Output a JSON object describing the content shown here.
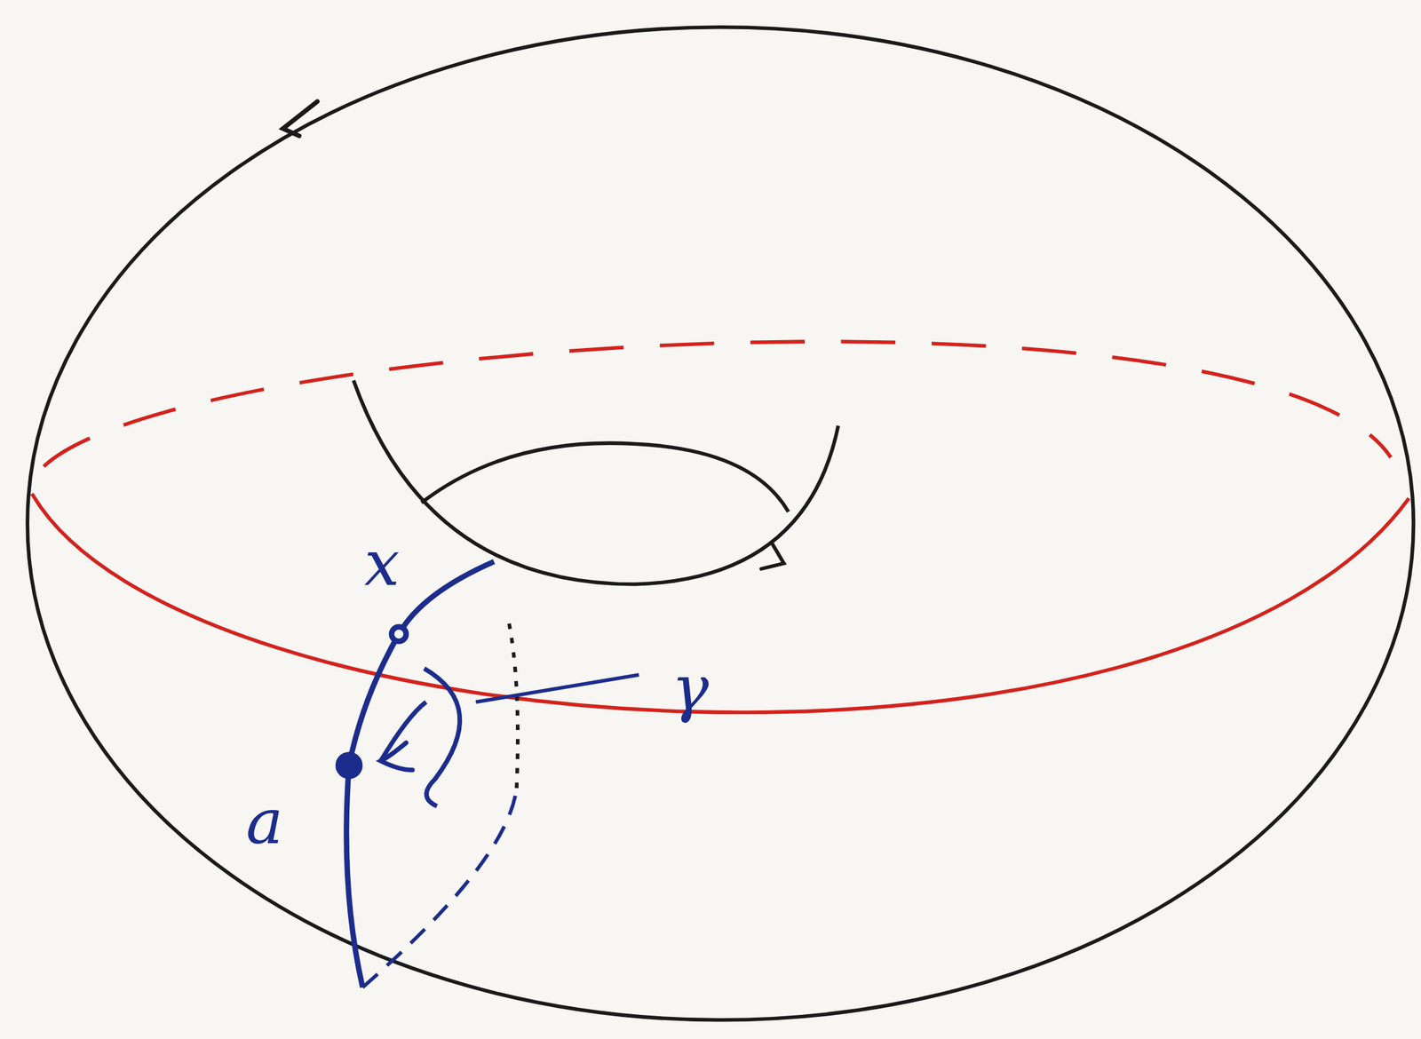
{
  "diagram": {
    "labels": [
      "x",
      "a",
      "γ"
    ]
  }
}
